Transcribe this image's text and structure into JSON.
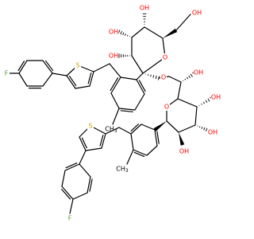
{
  "colors": {
    "carbon": "#000000",
    "oxygen": "#ff0000",
    "sulfur": "#c8a000",
    "fluorine": "#4f9d2f"
  },
  "labels": {
    "hydroxyls": [
      "OH",
      "OH",
      "OH",
      "OH",
      "OH",
      "OH",
      "OH",
      "OH"
    ],
    "ring_oxygens": [
      "O",
      "O"
    ],
    "ether_oxygen": "O",
    "sulfurs": [
      "S",
      "S"
    ],
    "fluorines": [
      "F",
      "F"
    ],
    "methyls": [
      "CH3",
      "CH3"
    ]
  }
}
